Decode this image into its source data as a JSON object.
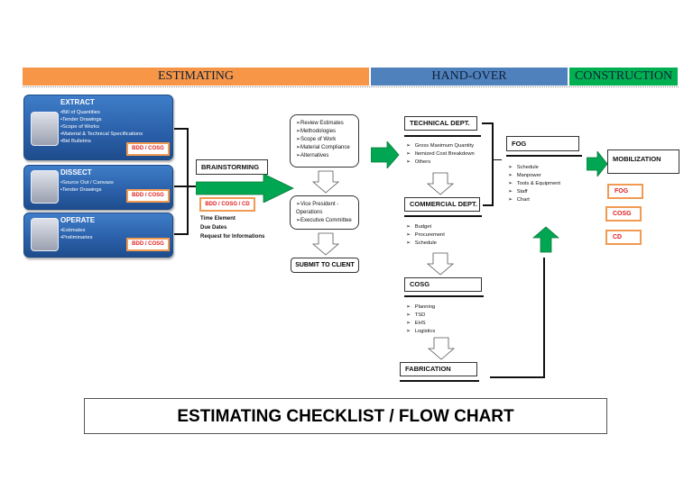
{
  "phases": [
    {
      "label": "ESTIMATING",
      "color": "#f79646"
    },
    {
      "label": "HAND-OVER",
      "color": "#4f81bd"
    },
    {
      "label": "CONSTRUCTION",
      "color": "#00b050"
    }
  ],
  "left_boxes": [
    {
      "title": "EXTRACT",
      "items": [
        "Bill of Quantities",
        "Tender Drawings",
        "Scope of Works",
        "Material & Technical Specifications",
        "Bid Bulletins"
      ],
      "tag": "BDD / COSG"
    },
    {
      "title": "DISSECT",
      "items": [
        "Source Out / Canvass",
        "Tender Drawings"
      ],
      "tag": "BDD / COSG"
    },
    {
      "title": "OPERATE",
      "items": [
        "Estimates",
        "Preliminaries"
      ],
      "tag": "BDD / COSG"
    }
  ],
  "brainstorming": {
    "title": "BRAINSTORMING",
    "tag": "BDD / COSG / CD",
    "items": [
      "Time Element",
      "Due Dates",
      "Request for Informations"
    ]
  },
  "review": {
    "items": [
      "Review Estimates",
      "Methodologies",
      "Scope of Work",
      "Material Compliance",
      "Alternatives"
    ]
  },
  "approval": {
    "items": [
      "Vice President - Operations",
      "Executive Committee"
    ]
  },
  "submit": {
    "title": "SUBMIT TO CLIENT"
  },
  "technical": {
    "title": "TECHNICAL DEPT.",
    "items": [
      "Gross Maximum Quantity",
      "Itemized Cost Breakdown",
      "Others"
    ]
  },
  "commercial": {
    "title": "COMMERCIAL DEPT.",
    "items": [
      "Budget",
      "Procurement",
      "Schedule"
    ]
  },
  "cosg": {
    "title": "COSG",
    "items": [
      "Planning",
      "TSD",
      "EHS",
      "Logistics"
    ]
  },
  "fabrication": {
    "title": "FABRICATION"
  },
  "fog": {
    "title": "FOG",
    "items": [
      "Schedule",
      "Manpower",
      "Tools & Equipment",
      "Staff",
      "Chart"
    ]
  },
  "mobilization": {
    "title": "MOBILIZATION",
    "tags": [
      "FOG",
      "COSG",
      "CD"
    ]
  },
  "footer_title": "ESTIMATING CHECKLIST / FLOW CHART",
  "colors": {
    "green_arrow": "#00a651",
    "tag_border": "#f19a52",
    "tag_text": "#e02020"
  }
}
